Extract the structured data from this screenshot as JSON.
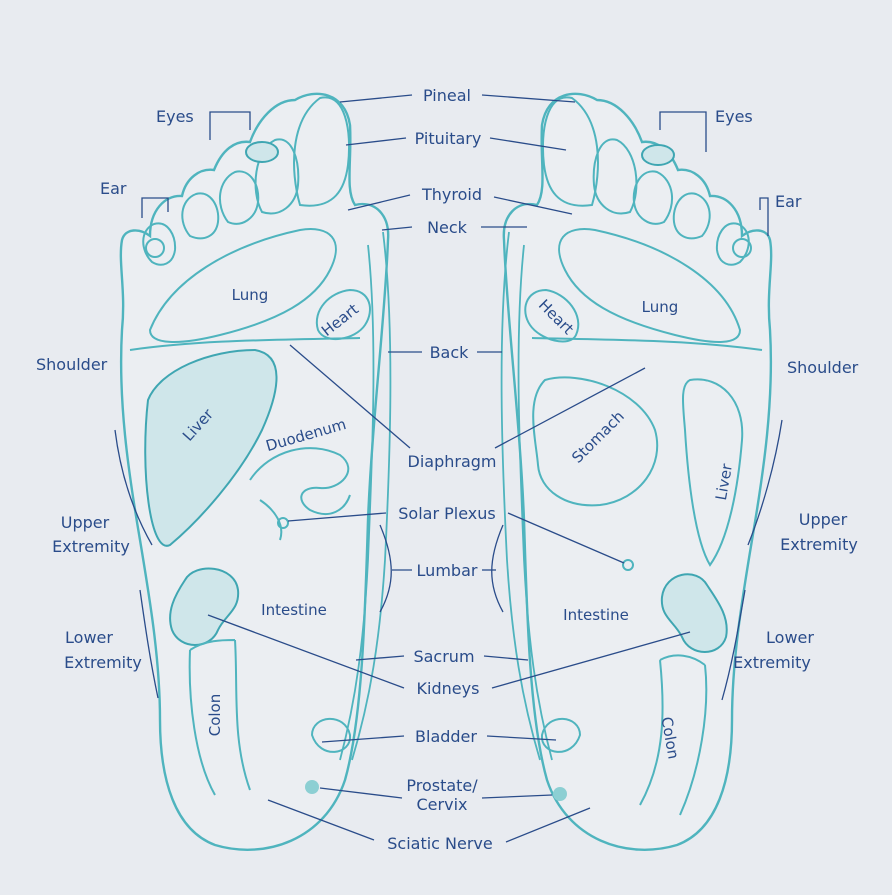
{
  "colors": {
    "background": "#e8ebf0",
    "foot_outline": "#4fb4be",
    "label_text": "#2a4c8a",
    "dot": "#8ccfd3"
  },
  "labels": {
    "pineal": "Pineal",
    "pituitary": "Pituitary",
    "thyroid": "Thyroid",
    "neck": "Neck",
    "back": "Back",
    "diaphragm": "Diaphragm",
    "solar_plexus": "Solar Plexus",
    "lumbar": "Lumbar",
    "sacrum": "Sacrum",
    "kidneys": "Kidneys",
    "bladder": "Bladder",
    "prostate_1": "Prostate/",
    "prostate_2": "Cervix",
    "sciatic": "Sciatic Nerve",
    "eyes": "Eyes",
    "ear": "Ear",
    "shoulder": "Shoulder",
    "upper_1": "Upper",
    "upper_2": "Extremity",
    "lower_1": "Lower",
    "lower_2": "Extremity"
  },
  "organs": {
    "lung": "Lung",
    "heart": "Heart",
    "liver": "Liver",
    "duodenum": "Duodenum",
    "stomach": "Stomach",
    "intestine": "Intestine",
    "colon": "Colon"
  }
}
